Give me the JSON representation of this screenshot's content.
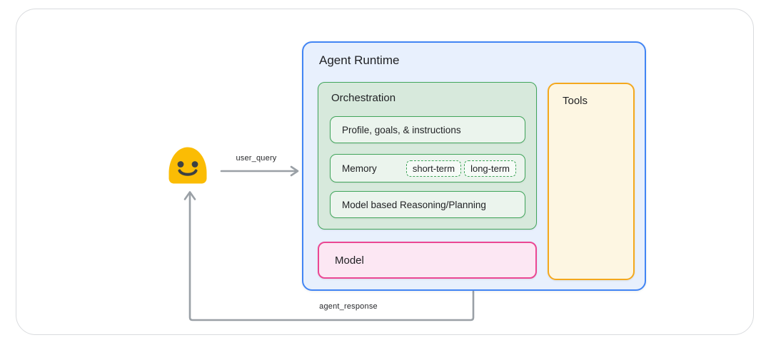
{
  "colors": {
    "card_border": "#D9DBDE",
    "blue_border": "#4285F4",
    "blue_fill": "#E8F0FD",
    "green_border": "#41A55B",
    "green_fill": "#D7E9DC",
    "green_item_fill": "#EBF4ED",
    "chip_fill": "#F6FBF7",
    "pink_border": "#EB4793",
    "pink_fill": "#FCE7F3",
    "amber_border": "#F4A81D",
    "amber_fill": "#FDF6E2",
    "arrow_gray": "#9AA0A6",
    "text_dark": "#1F2023",
    "user_yellow": "#FBBC04",
    "user_features": "#3C4043"
  },
  "user": {
    "icon": "smiley-user-icon"
  },
  "arrows": {
    "user_query_label": "user_query",
    "agent_response_label": "agent_response"
  },
  "agent_runtime": {
    "title": "Agent Runtime",
    "orchestration": {
      "title": "Orchestration",
      "items": [
        {
          "label": "Profile, goals, & instructions"
        },
        {
          "label": "Memory",
          "chips": [
            "short-term",
            "long-term"
          ]
        },
        {
          "label": "Model based Reasoning/Planning"
        }
      ]
    },
    "model": {
      "title": "Model"
    },
    "tools": {
      "title": "Tools"
    }
  }
}
